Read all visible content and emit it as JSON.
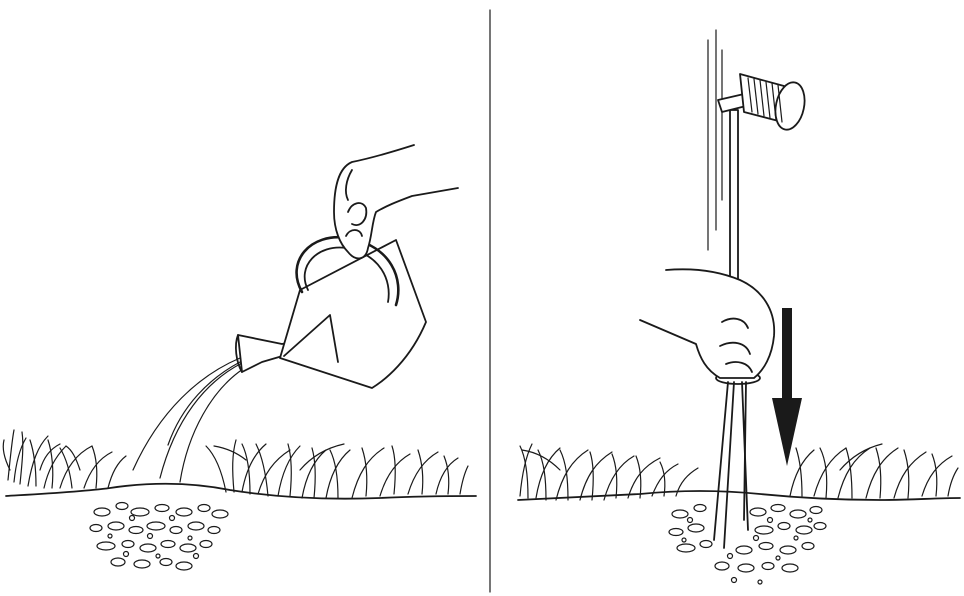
{
  "figure": {
    "panels": [
      {
        "id": "watering",
        "icon": "watering-can-icon"
      },
      {
        "id": "installing",
        "icon": "garden-spotlight-icon"
      }
    ],
    "arrow": {
      "icon": "arrow-down-icon",
      "direction": "down"
    },
    "colors": {
      "ink": "#1a1a1a",
      "background": "#ffffff"
    }
  }
}
